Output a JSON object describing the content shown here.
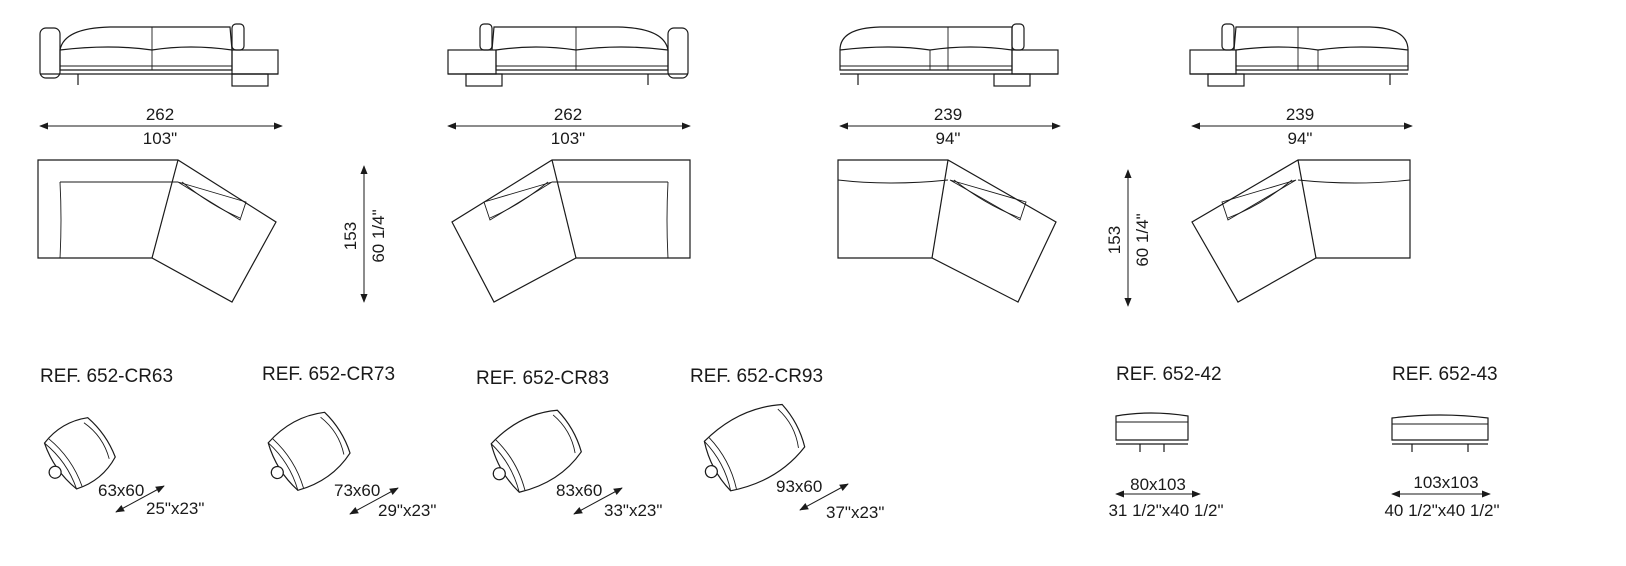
{
  "sofas": [
    {
      "width_cm": "262",
      "width_in": "103\""
    },
    {
      "width_cm": "262",
      "width_in": "103\""
    },
    {
      "width_cm": "239",
      "width_in": "94\""
    },
    {
      "width_cm": "239",
      "width_in": "94\""
    }
  ],
  "depth": [
    {
      "cm": "153",
      "in": "60 1/4\""
    },
    {
      "cm": "153",
      "in": "60 1/4\""
    }
  ],
  "cushions": [
    {
      "ref": "REF. 652-CR63",
      "size_cm": "63x60",
      "size_in": "25\"x23\""
    },
    {
      "ref": "REF. 652-CR73",
      "size_cm": "73x60",
      "size_in": "29\"x23\""
    },
    {
      "ref": "REF. 652-CR83",
      "size_cm": "83x60",
      "size_in": "33\"x23\""
    },
    {
      "ref": "REF. 652-CR93",
      "size_cm": "93x60",
      "size_in": "37\"x23\""
    }
  ],
  "ottomans": [
    {
      "ref": "REF. 652-42",
      "size_cm": "80x103",
      "size_in": "31 1/2\"x40 1/2\""
    },
    {
      "ref": "REF. 652-43",
      "size_cm": "103x103",
      "size_in": "40 1/2\"x40 1/2\""
    }
  ]
}
